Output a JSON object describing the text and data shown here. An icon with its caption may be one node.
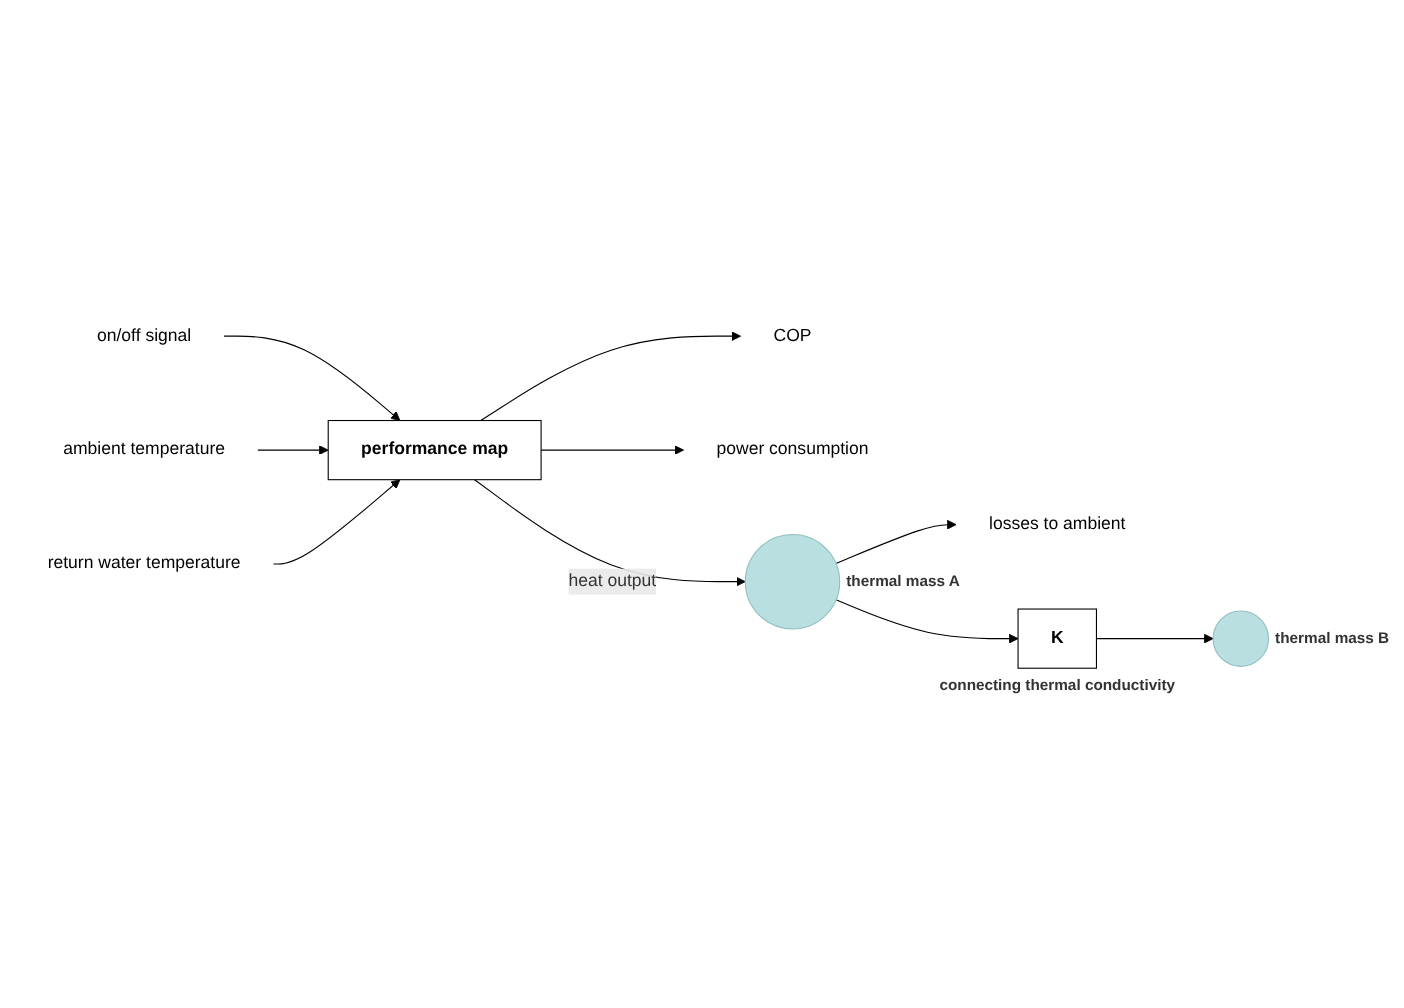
{
  "diagram": {
    "nodes": [
      {
        "text": [
          "on/off signal"
        ]
      },
      {
        "text": [
          "ambient temperature"
        ]
      },
      {
        "text": [
          "return water temperature"
        ]
      },
      {
        "text": [
          "performance map"
        ]
      },
      {
        "text": [
          "COP"
        ]
      },
      {
        "text": [
          "power consumption"
        ]
      },
      {
        "text": [],
        "shape": "circle",
        "beside": [
          "thermal mass A"
        ]
      },
      {
        "text": [
          "losses to ambient"
        ]
      },
      {
        "text": [
          "K"
        ],
        "beside": [
          "connecting thermal conductivity"
        ]
      },
      {
        "text": [],
        "shape": "circle",
        "beside": [
          "thermal mass B"
        ]
      }
    ],
    "edges": [
      {
        "from": 0,
        "to": 3,
        "arrow": "to"
      },
      {
        "from": 1,
        "to": 3,
        "arrow": "to"
      },
      {
        "from": 2,
        "to": 3,
        "arrow": "to"
      },
      {
        "from": 3,
        "to": 4,
        "arrow": "to"
      },
      {
        "from": 3,
        "to": 5,
        "arrow": "to"
      },
      {
        "from": 3,
        "to": 6,
        "label": "heat output",
        "arrow": "to"
      },
      {
        "from": 6,
        "to": 7,
        "arrow": "to"
      },
      {
        "from": 6,
        "to": 8,
        "arrow": "to"
      },
      {
        "from": 8,
        "to": 9,
        "arrow": "to"
      }
    ]
  }
}
